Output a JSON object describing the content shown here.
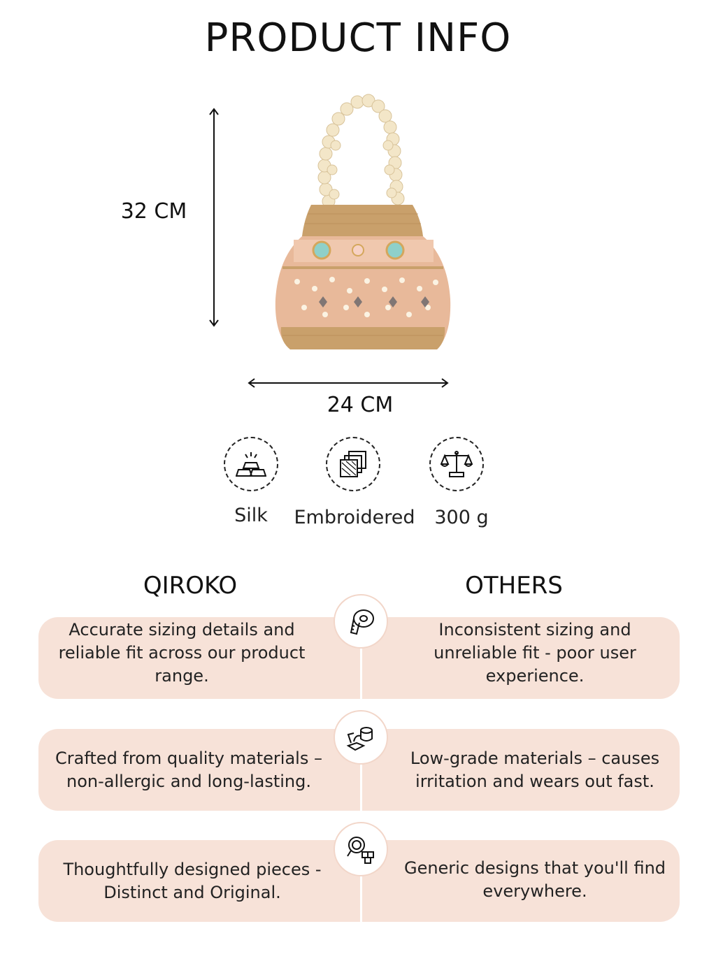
{
  "header": {
    "title": "PRODUCT INFO"
  },
  "dimensions": {
    "height": "32 CM",
    "width": "24 CM"
  },
  "product_image": {
    "alt": "beaded handbag",
    "icon": "handbag-illustration"
  },
  "features": [
    {
      "icon": "gold-bars-icon",
      "label": "Silk"
    },
    {
      "icon": "fabric-swatch-icon",
      "label": "Embroidered"
    },
    {
      "icon": "scale-icon",
      "label": "300 g"
    }
  ],
  "comparison": {
    "left_heading": "QIROKO",
    "right_heading": "OTHERS",
    "rows": [
      {
        "icon": "measuring-tape-icon",
        "left": "Accurate sizing details and reliable fit across our product range.",
        "right": "Inconsistent sizing and unreliable fit - poor user experience."
      },
      {
        "icon": "pouring-material-icon",
        "left": "Crafted from quality materials – non-allergic and long-lasting.",
        "right": "Low-grade materials – causes irritation and wears out fast."
      },
      {
        "icon": "design-magnifier-icon",
        "left": "Thoughtfully designed pieces - Distinct and Original.",
        "right": "Generic designs that you'll find everywhere."
      }
    ]
  },
  "colors": {
    "card_bg": "#f7e2d8",
    "bag_gold": "#c9a06b",
    "bag_peach": "#e8b99a",
    "pearl": "#f3e6c8"
  }
}
